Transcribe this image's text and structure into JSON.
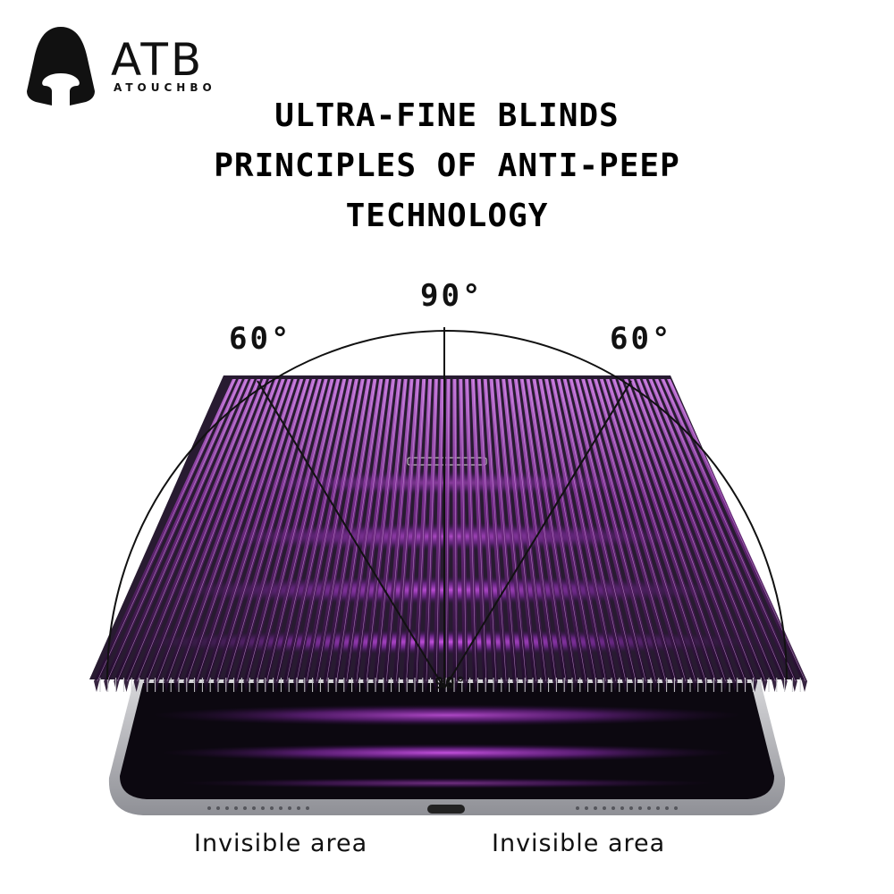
{
  "brand": {
    "name": "ATB",
    "subname": "ATOUCHBO"
  },
  "title": {
    "line1": "ULTRA-FINE BLINDS",
    "line2": "PRINCIPLES OF ANTI-PEEP",
    "line3": "TECHNOLOGY"
  },
  "angles": {
    "top": "90°",
    "left": "60°",
    "right": "60°",
    "center": "90°"
  },
  "labels": {
    "left": "Invisible area",
    "right": "Invisible area"
  },
  "colors": {
    "accent": "#b23bd9",
    "dark": "#0b0610",
    "slat": "#7a2d8f"
  },
  "icons": {
    "logo": "hooded-figure-icon",
    "port": "usb-c-port-icon"
  }
}
